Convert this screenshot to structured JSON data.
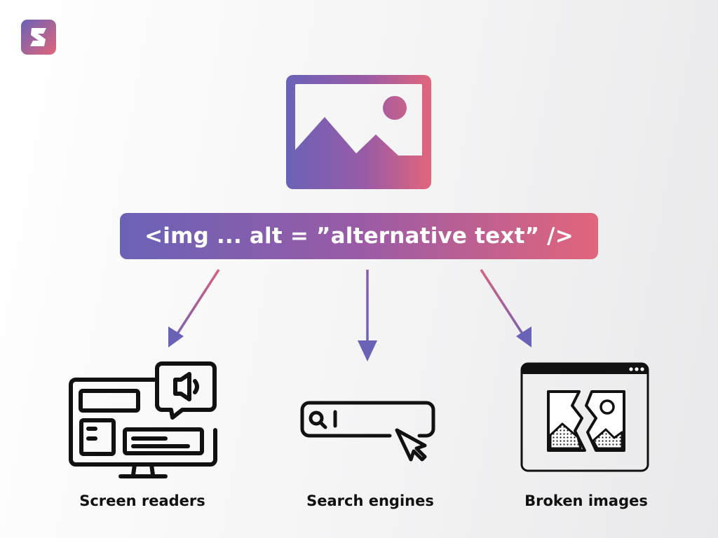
{
  "brand": {
    "logo_icon": "brand-s-logo-icon",
    "gradient_start": "#6a62b7",
    "gradient_mid": "#9a5ba6",
    "gradient_end": "#e2657b"
  },
  "hero": {
    "icon": "image-icon"
  },
  "code_snippet": {
    "text": "<img ... alt = ”alternative text” />"
  },
  "targets": [
    {
      "label": "Screen readers",
      "icon": "screen-reader-monitor-icon"
    },
    {
      "label": "Search engines",
      "icon": "search-bar-icon"
    },
    {
      "label": "Broken images",
      "icon": "broken-image-icon"
    }
  ],
  "arrow_color": "#6a62b7"
}
